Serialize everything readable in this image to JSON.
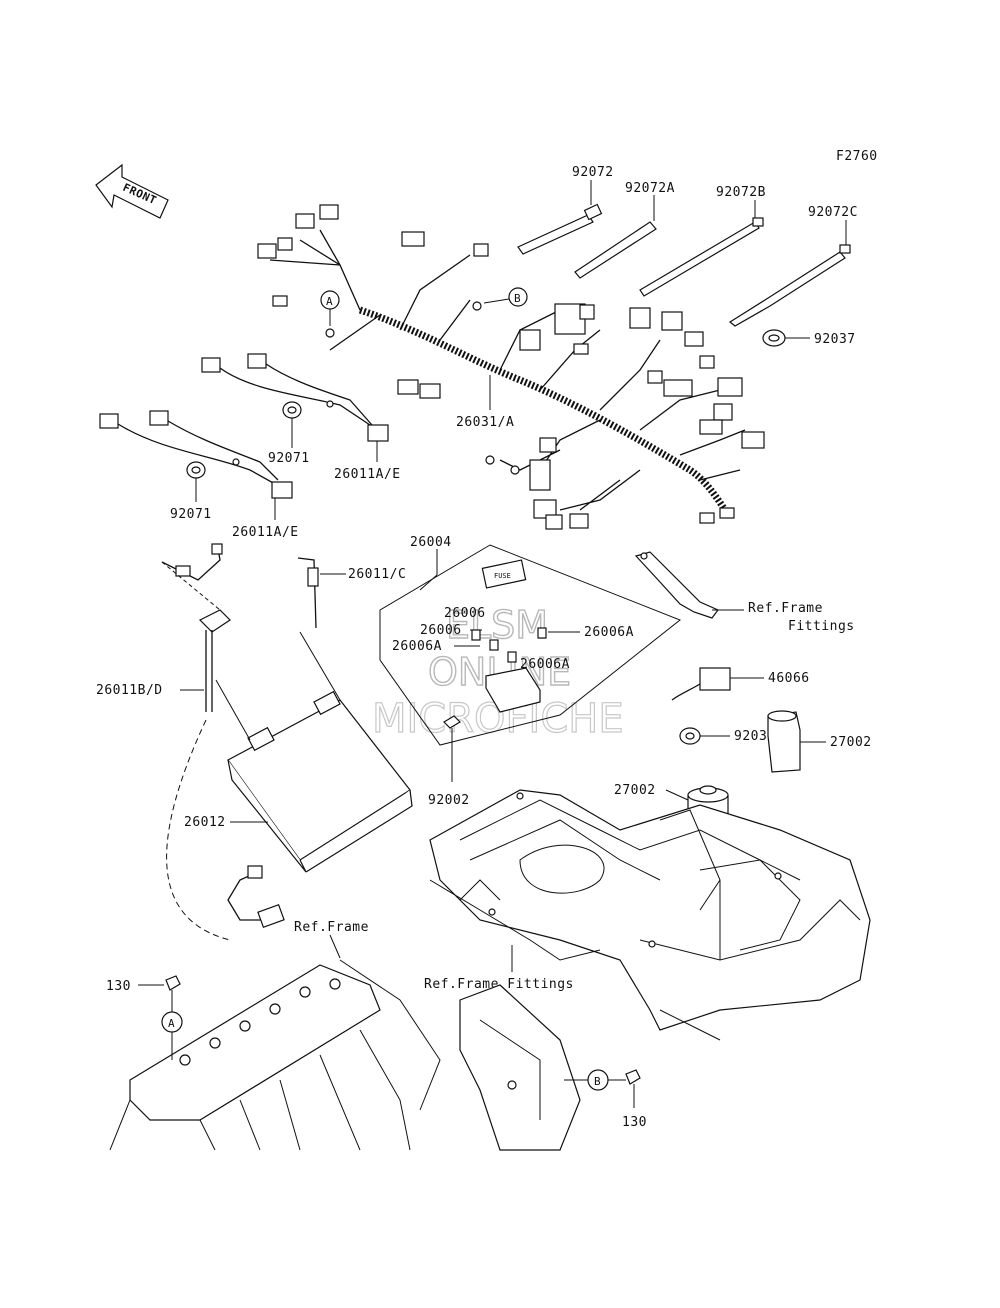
{
  "figure_code": "F2760",
  "front_label": "FRONT",
  "watermark": {
    "line1": "ELSM",
    "line2": "ONLINE",
    "line3": "MICROFICHE"
  },
  "callouts": {
    "p92072": "92072",
    "p92072A": "92072A",
    "p92072B": "92072B",
    "p92072C": "92072C",
    "p92037_top": "92037",
    "p26031A": "26031/A",
    "p92071_a": "92071",
    "p26011AE_a": "26011A/E",
    "p92071_b": "92071",
    "p26011AE_b": "26011A/E",
    "p26004": "26004",
    "p26011C": "26011/C",
    "ref_frame_fittings_1": "Ref.Frame",
    "ref_frame_fittings_2": "Fittings",
    "p26006": "26006",
    "p26006_2": "26006",
    "p26006A_r": "26006A",
    "p26006A_l": "26006A",
    "p26006A_b": "26006A",
    "p26011BD": "26011B/D",
    "p46066": "46066",
    "p92037_mid": "92037",
    "p27002_r": "27002",
    "p27002_l": "27002",
    "p92002": "92002",
    "p26012": "26012",
    "ref_frame": "Ref.Frame",
    "ref_frame_fittings_bottom": "Ref.Frame Fittings",
    "p130_a": "130",
    "p130_b": "130",
    "marker_a1": "A",
    "marker_b1": "B",
    "marker_a2": "A",
    "marker_b2": "B"
  }
}
